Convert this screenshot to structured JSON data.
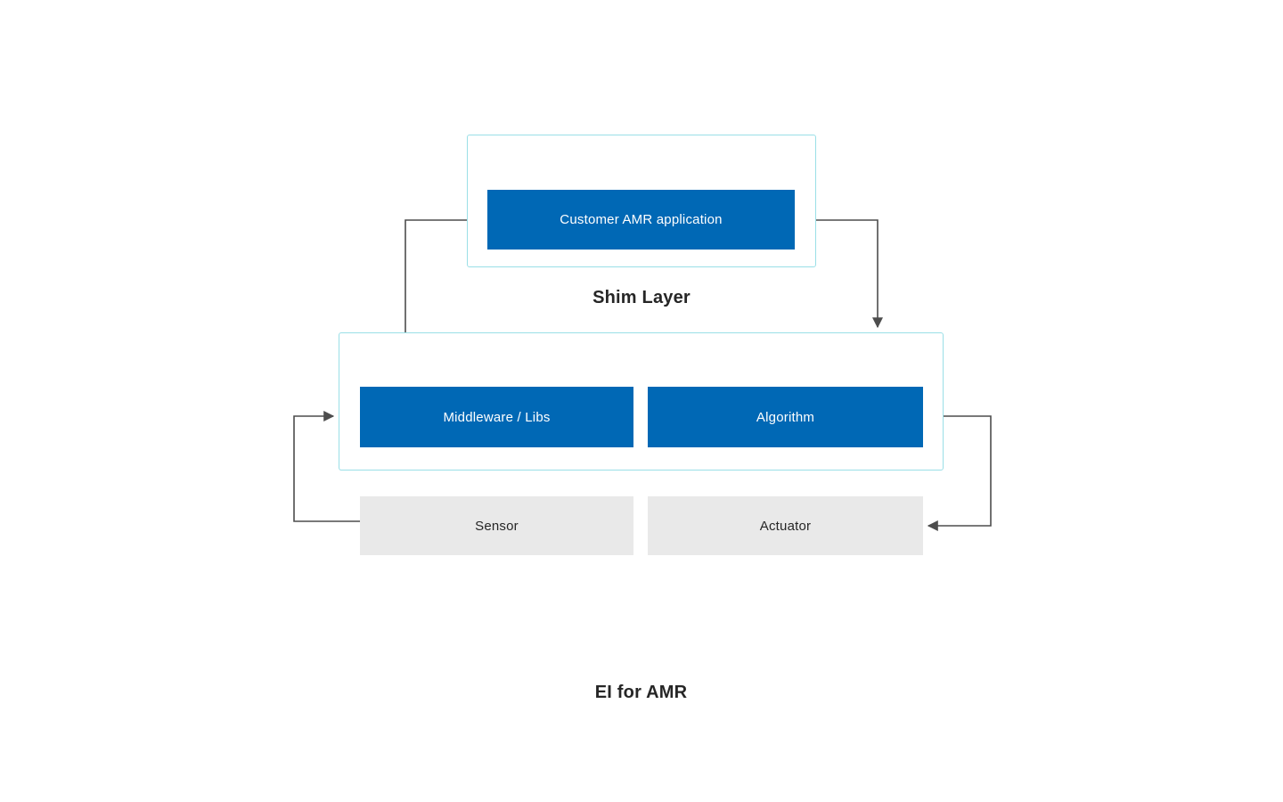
{
  "diagram": {
    "shim_layer": {
      "title": "Shim Layer",
      "boxes": [
        {
          "label": "Customer AMR application"
        }
      ]
    },
    "ei_for_amr": {
      "title": "EI for AMR",
      "boxes": [
        {
          "label": "Middleware / Libs"
        },
        {
          "label": "Algorithm"
        }
      ]
    },
    "hardware": {
      "boxes": [
        {
          "label": "Sensor"
        },
        {
          "label": "Actuator"
        }
      ]
    },
    "colors": {
      "primary_blue": "#0068b5",
      "container_border": "#9adfe7",
      "gray_box": "#e9e9e9",
      "arrow": "#4d4d4d",
      "title_text": "#262626"
    }
  }
}
